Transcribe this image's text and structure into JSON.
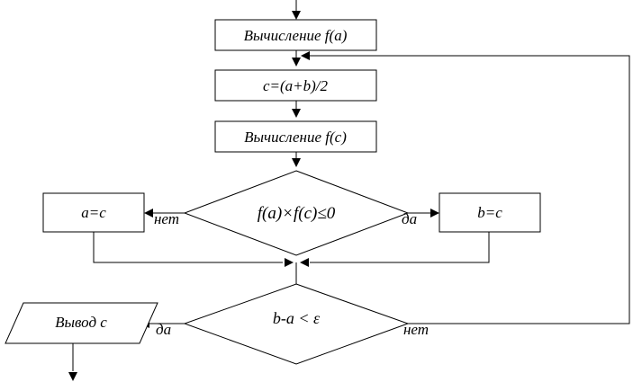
{
  "flowchart": {
    "blocks": {
      "compute_fa": "Вычисление f(a)",
      "midpoint": "c=(a+b)/2",
      "compute_fc": "Вычисление f(c)",
      "condition_product": "f(a)×f(c)≤0",
      "assign_a": "a=c",
      "assign_b": "b=c",
      "condition_interval": "b-a < ε",
      "output": "Вывод c"
    },
    "labels": {
      "no_left": "нет",
      "yes_right": "да",
      "yes_output": "да",
      "no_loop": "нет"
    }
  }
}
